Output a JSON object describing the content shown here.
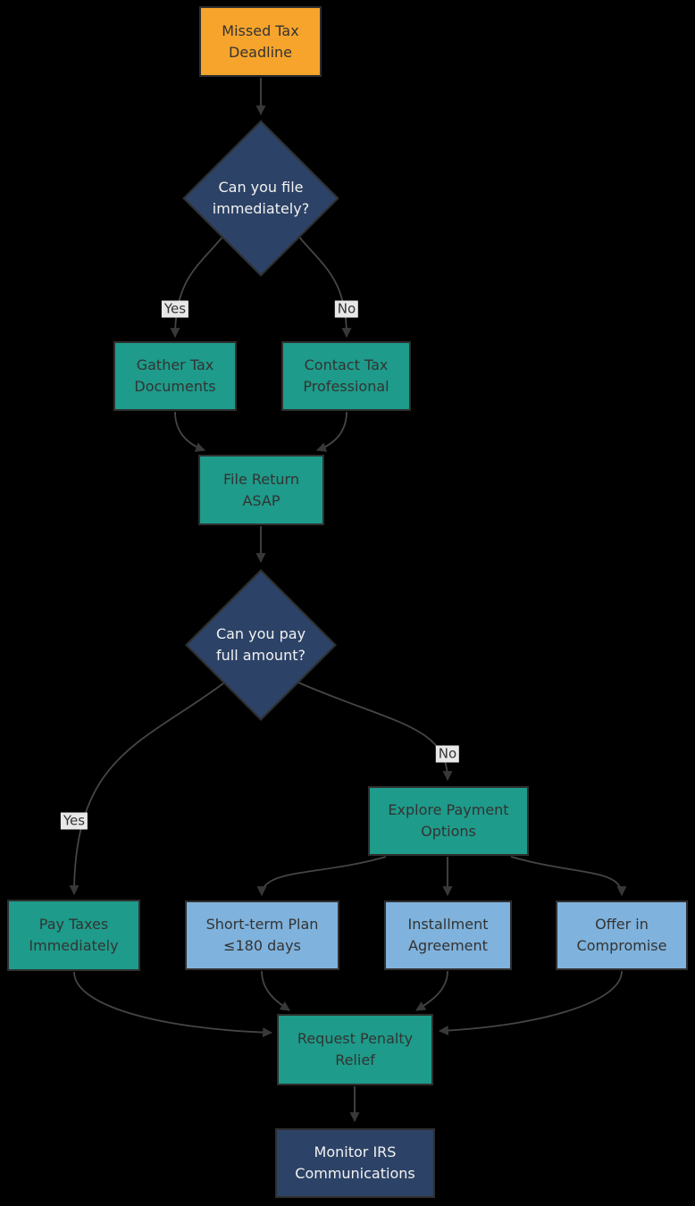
{
  "diagram": {
    "type": "flowchart",
    "direction": "top-down",
    "colors": {
      "bg": "#000000",
      "node-orange": "#F6A42C",
      "node-teal": "#1E9B8A",
      "node-blue": "#7FB2DC",
      "node-navy": "#2C4266",
      "node-border": "#2F2F2F",
      "text-dark": "#333333",
      "text-light": "#F2F2F2",
      "edge-line": "#454545",
      "edge-arrow": "#383838",
      "label-bg": "#E8E8E8",
      "label-text": "#333333"
    },
    "nodes": {
      "missed_deadline": {
        "label": "Missed Tax\nDeadline",
        "shape": "rectangle",
        "color": "#F6A42C"
      },
      "can_file": {
        "label": "Can you file\nimmediately?",
        "shape": "diamond",
        "color": "#2C4266"
      },
      "gather_docs": {
        "label": "Gather Tax\nDocuments",
        "shape": "rectangle",
        "color": "#1E9B8A"
      },
      "contact_pro": {
        "label": "Contact Tax\nProfessional",
        "shape": "rectangle",
        "color": "#1E9B8A"
      },
      "file_return": {
        "label": "File Return\nASAP",
        "shape": "rectangle",
        "color": "#1E9B8A"
      },
      "can_pay": {
        "label": "Can you pay\nfull amount?",
        "shape": "diamond",
        "color": "#2C4266"
      },
      "pay_now": {
        "label": "Pay Taxes\nImmediately",
        "shape": "rectangle",
        "color": "#1E9B8A"
      },
      "explore_options": {
        "label": "Explore Payment\nOptions",
        "shape": "rectangle",
        "color": "#1E9B8A"
      },
      "short_term": {
        "label": "Short-term Plan\n≤180 days",
        "shape": "rectangle",
        "color": "#7FB2DC"
      },
      "installment": {
        "label": "Installment\nAgreement",
        "shape": "rectangle",
        "color": "#7FB2DC"
      },
      "offer": {
        "label": "Offer in\nCompromise",
        "shape": "rectangle",
        "color": "#7FB2DC"
      },
      "penalty_relief": {
        "label": "Request Penalty\nRelief",
        "shape": "rectangle",
        "color": "#1E9B8A"
      },
      "monitor": {
        "label": "Monitor IRS\nCommunications",
        "shape": "rectangle",
        "color": "#2C4266"
      }
    },
    "edges": [
      {
        "from": "missed_deadline",
        "to": "can_file",
        "label": ""
      },
      {
        "from": "can_file",
        "to": "gather_docs",
        "label": "Yes"
      },
      {
        "from": "can_file",
        "to": "contact_pro",
        "label": "No"
      },
      {
        "from": "gather_docs",
        "to": "file_return",
        "label": ""
      },
      {
        "from": "contact_pro",
        "to": "file_return",
        "label": ""
      },
      {
        "from": "file_return",
        "to": "can_pay",
        "label": ""
      },
      {
        "from": "can_pay",
        "to": "pay_now",
        "label": "Yes"
      },
      {
        "from": "can_pay",
        "to": "explore_options",
        "label": "No"
      },
      {
        "from": "explore_options",
        "to": "short_term",
        "label": ""
      },
      {
        "from": "explore_options",
        "to": "installment",
        "label": ""
      },
      {
        "from": "explore_options",
        "to": "offer",
        "label": ""
      },
      {
        "from": "pay_now",
        "to": "penalty_relief",
        "label": ""
      },
      {
        "from": "short_term",
        "to": "penalty_relief",
        "label": ""
      },
      {
        "from": "installment",
        "to": "penalty_relief",
        "label": ""
      },
      {
        "from": "offer",
        "to": "penalty_relief",
        "label": ""
      },
      {
        "from": "penalty_relief",
        "to": "monitor",
        "label": ""
      }
    ]
  }
}
